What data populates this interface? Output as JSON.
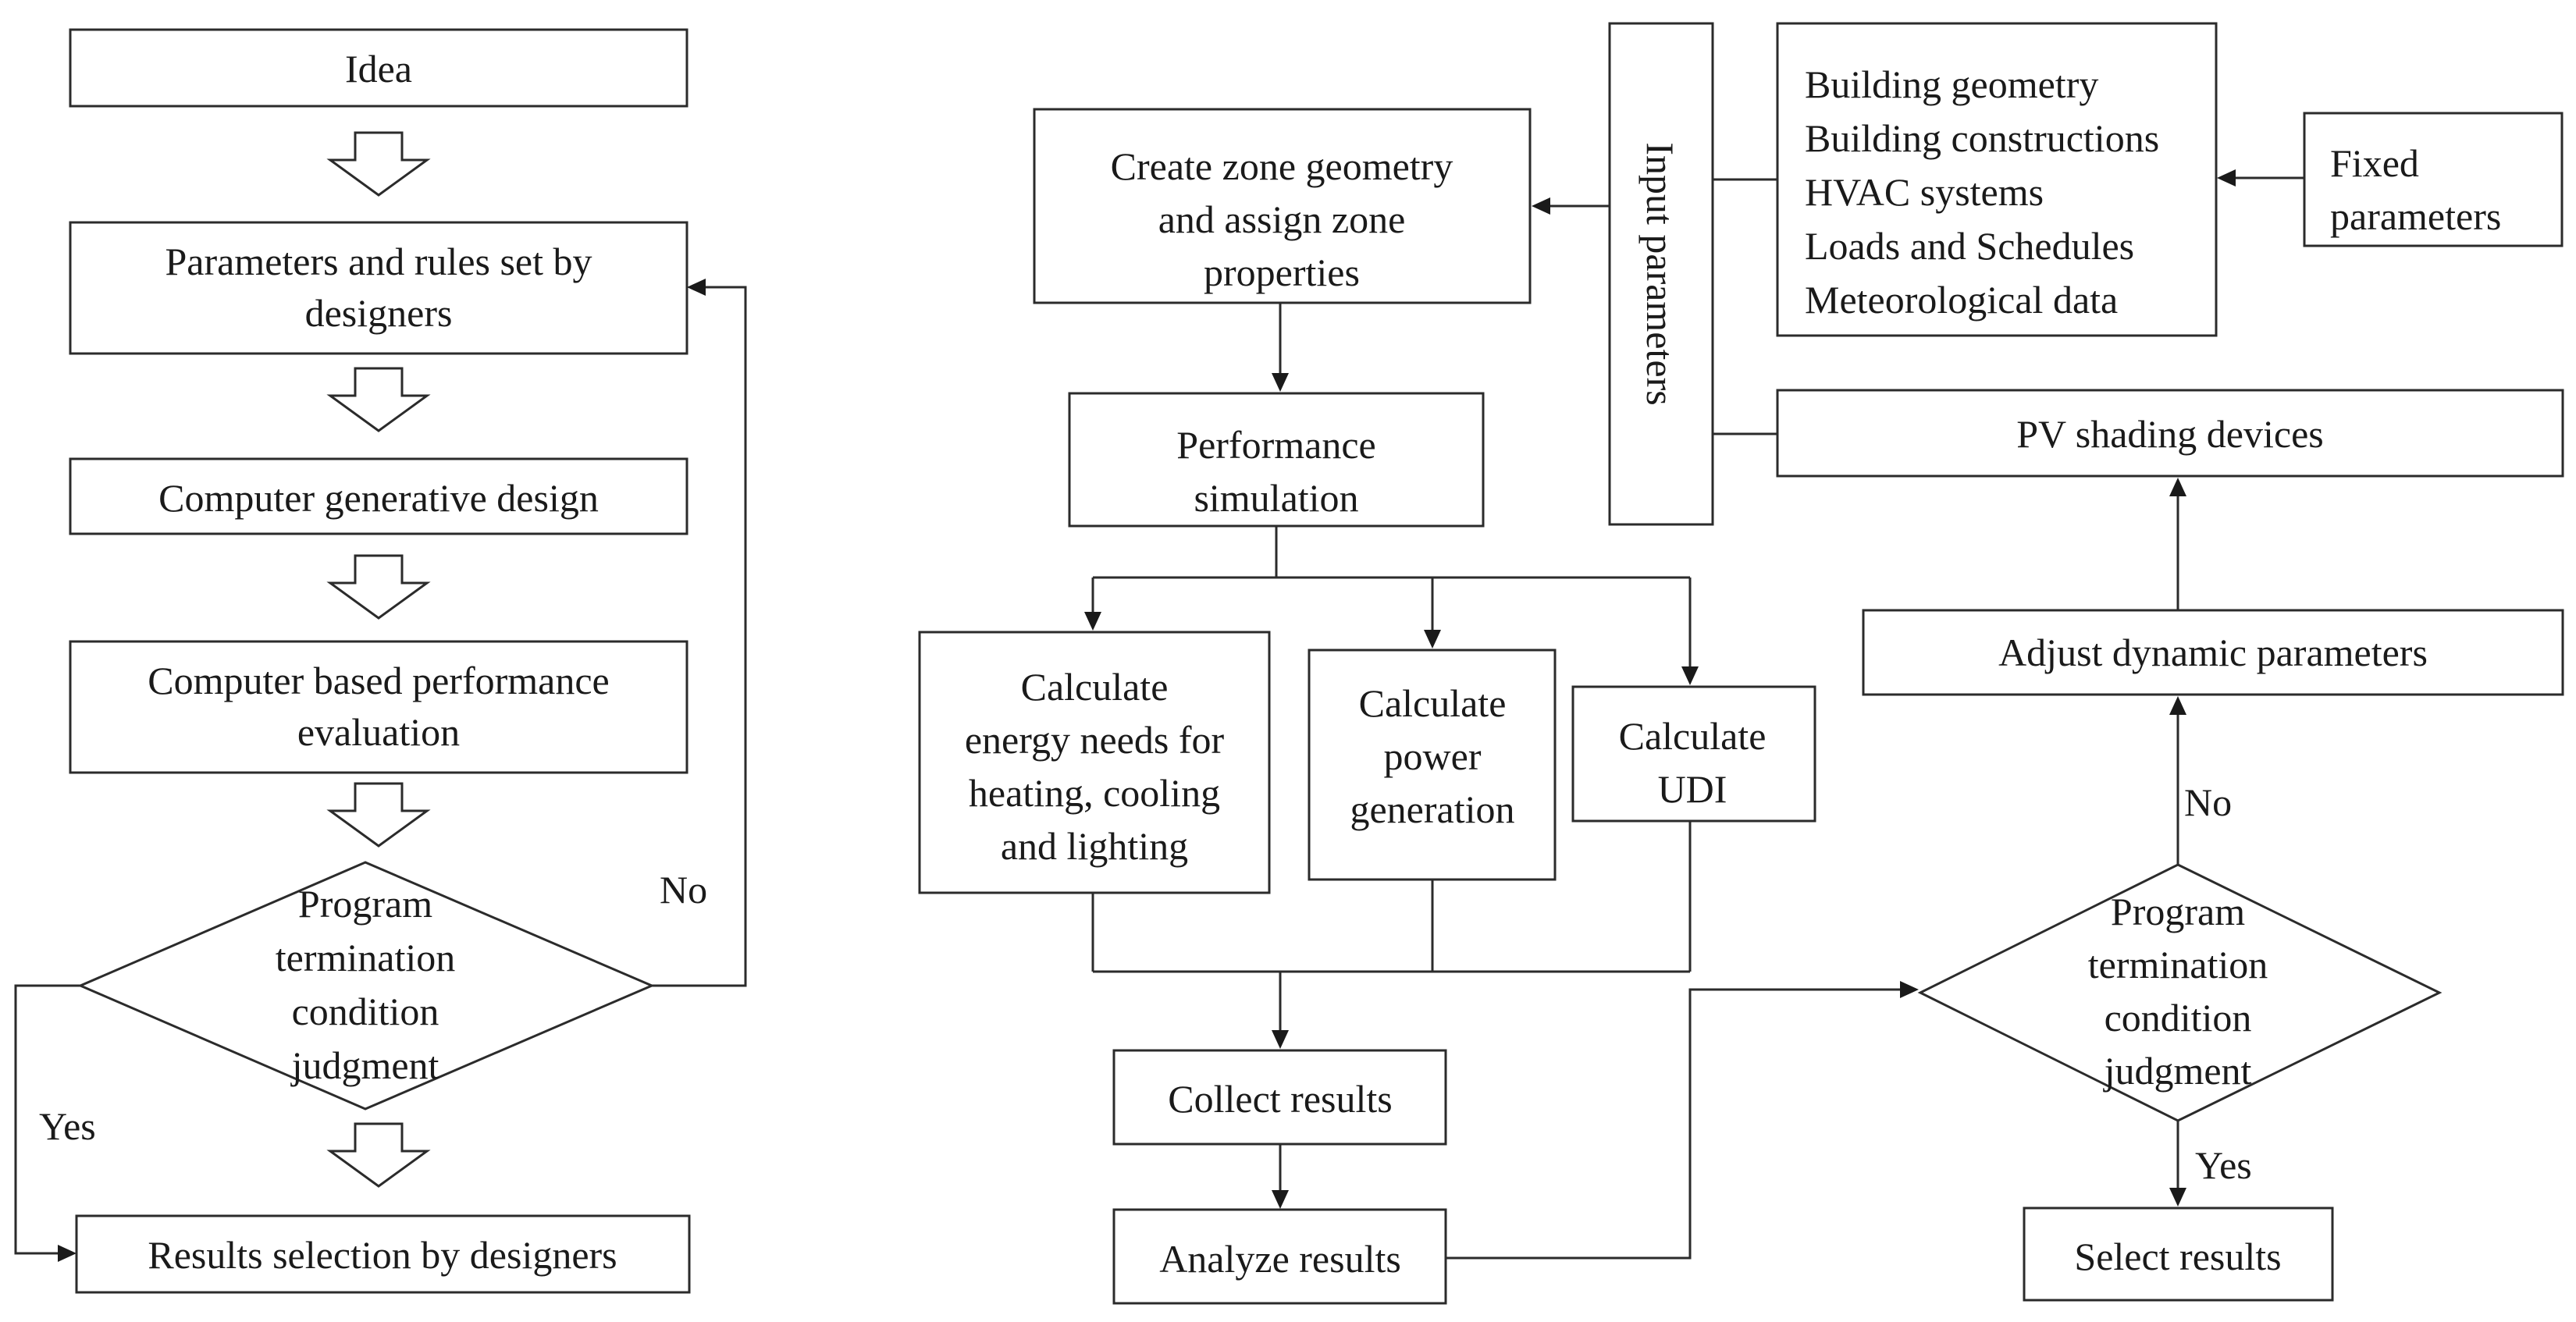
{
  "left_flow": {
    "idea": "Idea",
    "params_line1": "Parameters and rules set by",
    "params_line2": "designers",
    "generative": "Computer generative  design",
    "perf_line1": "Computer based performance",
    "perf_line2": "evaluation",
    "cond_line1": "Program",
    "cond_line2": "termination",
    "cond_line3": "condition",
    "cond_line4": "judgment",
    "no_label": "No",
    "yes_label": "Yes",
    "results": "Results selection by designers"
  },
  "right_flow": {
    "create_line1": "Create zone geometry",
    "create_line2": "and assign zone",
    "create_line3": "properties",
    "input_params": "Input parameters",
    "inputs": [
      "Building  geometry",
      "Building  constructions",
      "HVAC systems",
      "Loads and Schedules",
      "Meteorological  data"
    ],
    "fixed_line1": "Fixed",
    "fixed_line2": "parameters",
    "pv": "PV shading devices",
    "sim_line1": "Performance",
    "sim_line2": "simulation",
    "energy_lines": [
      "Calculate",
      "energy needs for",
      "heating, cooling",
      "and lighting"
    ],
    "power_lines": [
      "Calculate",
      "power",
      "generation"
    ],
    "udi_lines": [
      "Calculate",
      "UDI"
    ],
    "collect": "Collect results",
    "analyze": "Analyze  results",
    "cond_lines": [
      "Program",
      "termination",
      "condition",
      "judgment"
    ],
    "no_label": "No",
    "yes_label": "Yes",
    "adjust": "Adjust dynamic parameters",
    "select": "Select results"
  }
}
